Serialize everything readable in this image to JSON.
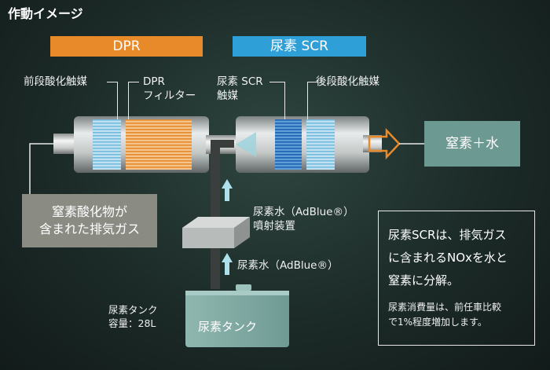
{
  "title": "作動イメージ",
  "headers": {
    "dpr": "DPR",
    "scr": "尿素 SCR"
  },
  "labels": {
    "pre_oxidation": "前段酸化触媒",
    "dpr_filter_1": "DPR",
    "dpr_filter_2": "フィルター",
    "scr_catalyst_1": "尿素 SCR",
    "scr_catalyst_2": "触媒",
    "post_oxidation": "後段酸化触媒",
    "injector_1": "尿素水（AdBlue®）",
    "injector_2": "噴射装置",
    "urea_supply": "尿素水（AdBlue®）",
    "tank_caption_1": "尿素タンク",
    "tank_caption_2": "容量：28L",
    "tank_body": "尿素タンク"
  },
  "output_box": "窒素＋水",
  "nox_box": {
    "line1": "窒素酸化物が",
    "line2": "含まれた排気ガス"
  },
  "info": {
    "line1": "尿素SCRは、排気ガス",
    "line2": "に含まれるNOxを水と",
    "line3": "窒素に分解。",
    "sub1": "尿素消費量は、前任車比較",
    "sub2": "で1%程度増加します。"
  },
  "colors": {
    "dpr": "#e88a2a",
    "scr": "#2f9fd8",
    "output": "#6d9993",
    "nox": "#8a8c84"
  }
}
